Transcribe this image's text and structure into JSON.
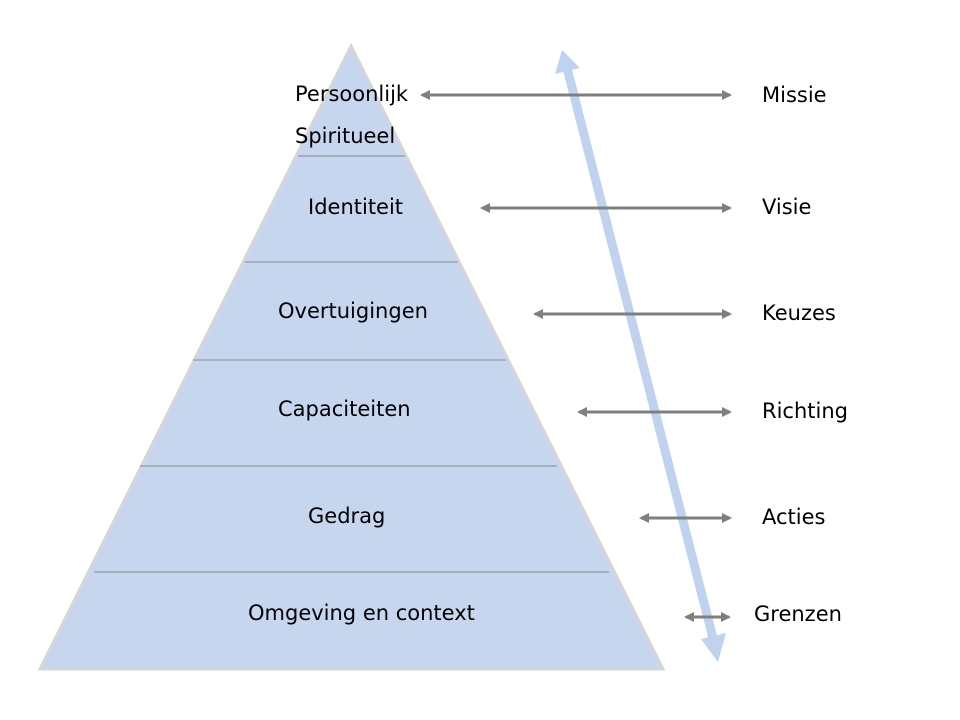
{
  "colors": {
    "pyramid_fill": "#c5d6ee",
    "pyramid_outline": "#d6d6d6",
    "divider": "#888888",
    "arrow": "#7f7f7f",
    "big_arrow": "#c0d3ee"
  },
  "pyramid": {
    "levels": [
      {
        "lines": [
          "Persoonlijk",
          "Spiritueel"
        ],
        "right": "Missie"
      },
      {
        "lines": [
          "Identiteit"
        ],
        "right": "Visie"
      },
      {
        "lines": [
          "Overtuigingen"
        ],
        "right": "Keuzes"
      },
      {
        "lines": [
          "Capaciteiten"
        ],
        "right": "Richting"
      },
      {
        "lines": [
          "Gedrag"
        ],
        "right": "Acties"
      },
      {
        "lines": [
          "Omgeving en context"
        ],
        "right": "Grenzen"
      }
    ]
  }
}
